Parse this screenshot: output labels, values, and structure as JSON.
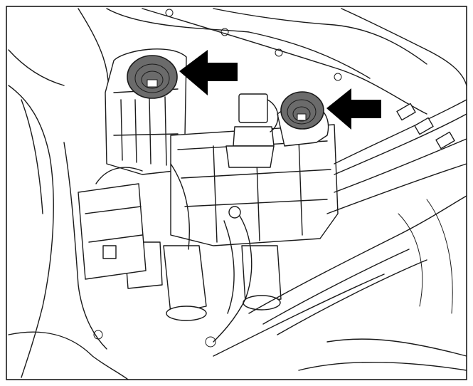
{
  "figure": {
    "line_color": "#1a1a1a",
    "background": "#ffffff",
    "highlight_fill": "#6b6b6b",
    "arrow_fill": "#000000",
    "arrows": [
      {
        "id": "arrow-left",
        "points_to": "mount-bolt-left"
      },
      {
        "id": "arrow-right",
        "points_to": "mount-bolt-right"
      }
    ],
    "highlights": [
      "mount-bolt-left",
      "mount-bolt-right"
    ]
  }
}
